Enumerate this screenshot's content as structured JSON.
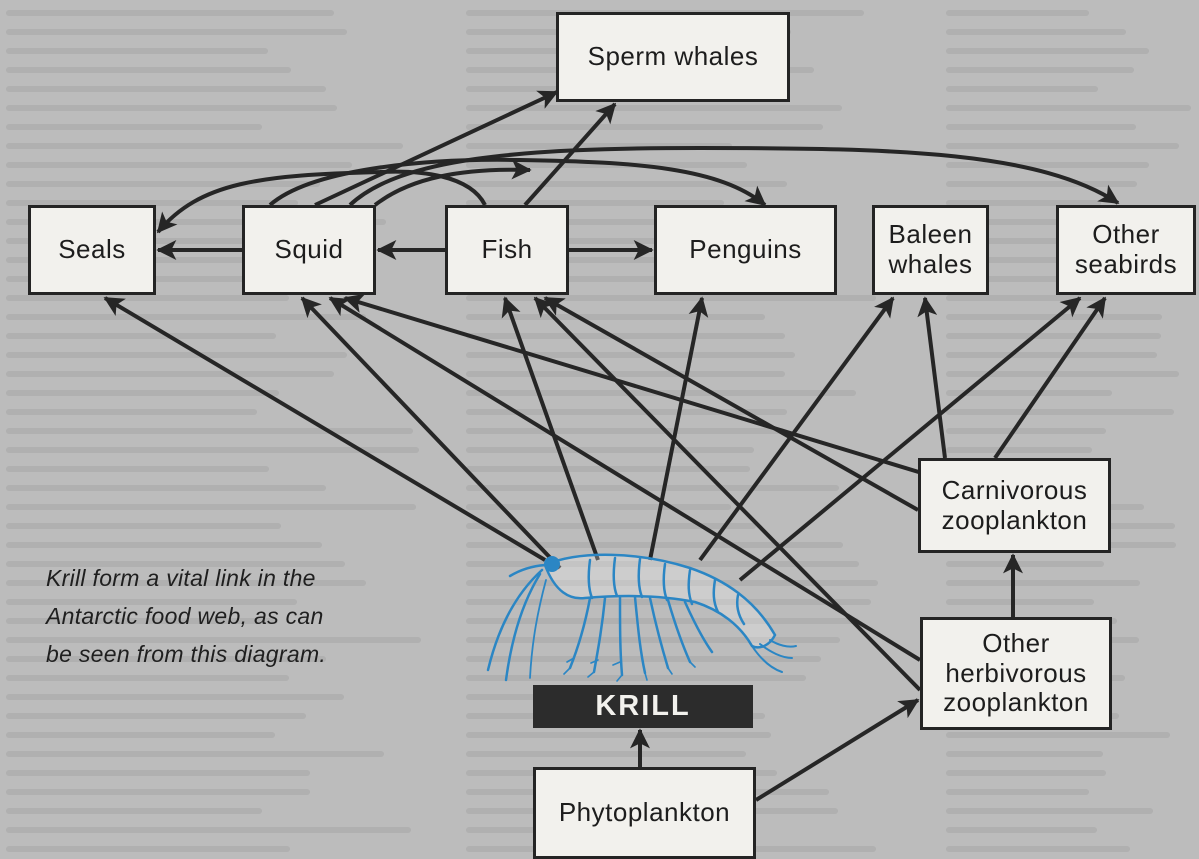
{
  "nodes": {
    "sperm_whales": "Sperm whales",
    "seals": "Seals",
    "squid": "Squid",
    "fish": "Fish",
    "penguins": "Penguins",
    "baleen_whales": "Baleen\nwhales",
    "other_seabirds": "Other\nseabirds",
    "carnivorous_zooplankton": "Carnivorous\nzooplankton",
    "other_herbivorous_zooplankton": "Other\nherbivorous\nzooplankton",
    "krill": "KRILL",
    "phytoplankton": "Phytoplankton"
  },
  "caption": {
    "line1": "Krill form a vital link in the",
    "line2": "Antarctic food web, as can",
    "line3": "be seen from this diagram."
  },
  "colors": {
    "box_fill": "#f2f1ed",
    "box_border": "#242424",
    "arrow": "#262626",
    "krill_box": "#2c2c2c",
    "krill_illustration": "#2b86c4",
    "background": "#bcbcbc"
  },
  "edges": [
    [
      "phytoplankton",
      "krill"
    ],
    [
      "phytoplankton",
      "other_herbivorous_zooplankton"
    ],
    [
      "krill",
      "seals"
    ],
    [
      "krill",
      "squid"
    ],
    [
      "krill",
      "fish"
    ],
    [
      "krill",
      "penguins"
    ],
    [
      "krill",
      "baleen_whales"
    ],
    [
      "krill",
      "other_seabirds"
    ],
    [
      "other_herbivorous_zooplankton",
      "carnivorous_zooplankton"
    ],
    [
      "other_herbivorous_zooplankton",
      "squid"
    ],
    [
      "other_herbivorous_zooplankton",
      "fish"
    ],
    [
      "carnivorous_zooplankton",
      "squid"
    ],
    [
      "carnivorous_zooplankton",
      "fish"
    ],
    [
      "carnivorous_zooplankton",
      "baleen_whales"
    ],
    [
      "carnivorous_zooplankton",
      "other_seabirds"
    ],
    [
      "fish",
      "squid"
    ],
    [
      "squid",
      "seals"
    ],
    [
      "fish",
      "penguins"
    ],
    [
      "fish",
      "sperm_whales"
    ],
    [
      "squid",
      "sperm_whales"
    ],
    [
      "fish",
      "seals"
    ],
    [
      "squid",
      "penguins"
    ],
    [
      "squid",
      "other_seabirds"
    ]
  ]
}
